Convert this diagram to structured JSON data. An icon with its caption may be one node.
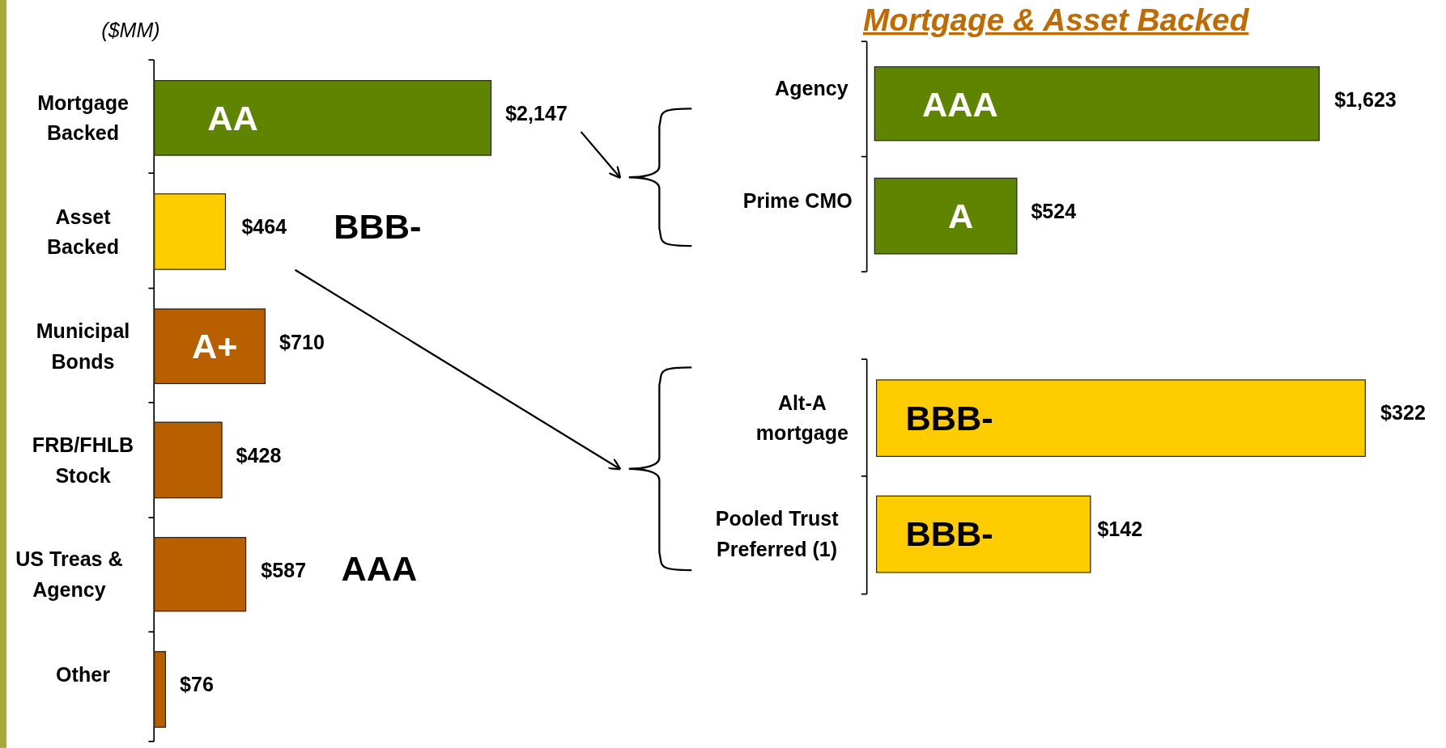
{
  "diagram": {
    "title": "Mortgage & Asset Backed",
    "nodes": [
      {
        "text": [
          "Mortgage Backed",
          "AA"
        ],
        "beside": [
          "$2,147"
        ]
      },
      {
        "text": [
          "Asset Backed"
        ],
        "beside": [
          "$464",
          "BBB-"
        ]
      },
      {
        "text": [
          "Municipal Bonds",
          "A+"
        ],
        "beside": [
          "$710"
        ]
      },
      {
        "text": [
          "FRB/FHLB Stock"
        ],
        "beside": [
          "$428"
        ]
      },
      {
        "text": [
          "US Treas & Agency"
        ],
        "beside": [
          "$587",
          "AAA"
        ]
      },
      {
        "text": [
          "Other"
        ],
        "beside": [
          "$76"
        ]
      },
      {
        "text": [],
        "shape": "brace"
      },
      {
        "text": [
          "Agency",
          "AAA"
        ],
        "beside": [
          "$1,623"
        ]
      },
      {
        "text": [
          "Prime CMO",
          "A"
        ],
        "beside": [
          "$524"
        ]
      },
      {
        "text": [],
        "shape": "brace"
      },
      {
        "text": [
          "Alt-A mortgage",
          "BBB-"
        ],
        "beside": [
          "$322"
        ]
      },
      {
        "text": [
          "Pooled Trust Preferred (1)",
          "BBB-"
        ],
        "beside": [
          "$142"
        ]
      }
    ],
    "edges": [
      {
        "from": 0,
        "to": 6,
        "arrow": "to"
      },
      {
        "from": 1,
        "to": 9,
        "arrow": "to"
      }
    ],
    "labels": [
      "($MM)"
    ]
  }
}
